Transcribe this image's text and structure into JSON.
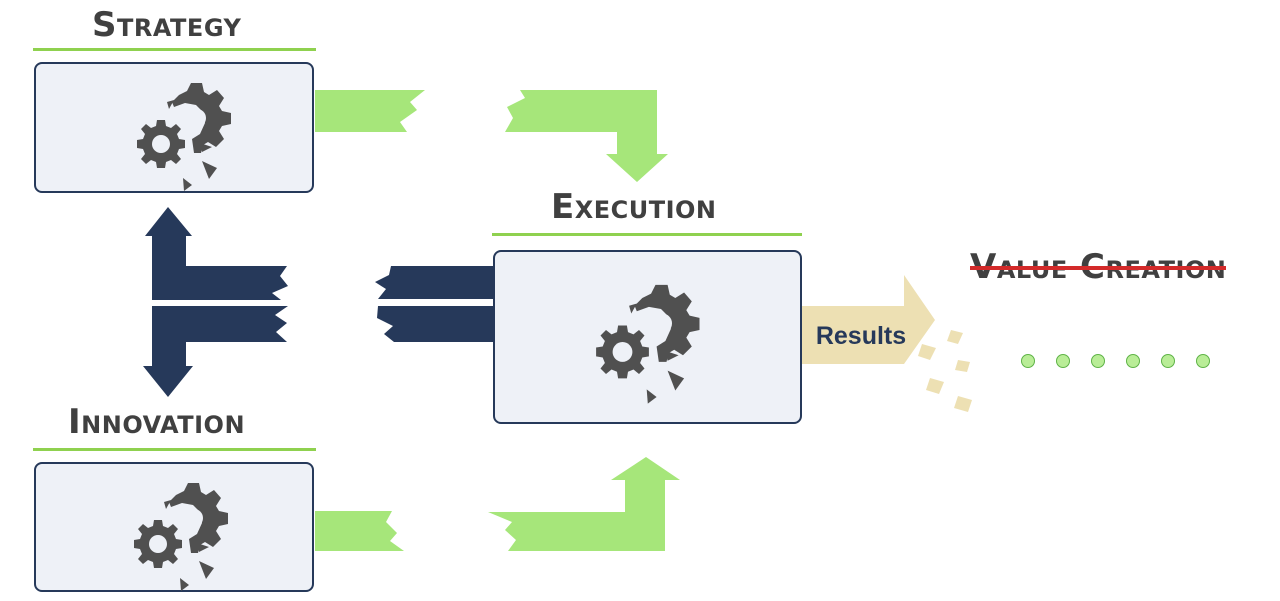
{
  "diagram": {
    "strategy": {
      "title": "Strategy"
    },
    "innovation": {
      "title": "Innovation"
    },
    "execution": {
      "title": "Execution"
    },
    "results": {
      "label": "Results"
    },
    "value_creation": {
      "title": "Value Creation",
      "status": "crossed-out"
    },
    "icons": {
      "box_icon": "broken-gears-icon",
      "connector": "broken-arrow-icon",
      "trail": "dotted-trail"
    },
    "colors": {
      "box_border": "#26395a",
      "box_fill": "#eef1f7",
      "green_arrow": "#a6e67a",
      "navy_arrow": "#26395a",
      "results_arrow": "#ede0b3",
      "title_text": "#404040",
      "strike": "#d32a2a",
      "underline": "#8fd14f"
    }
  }
}
